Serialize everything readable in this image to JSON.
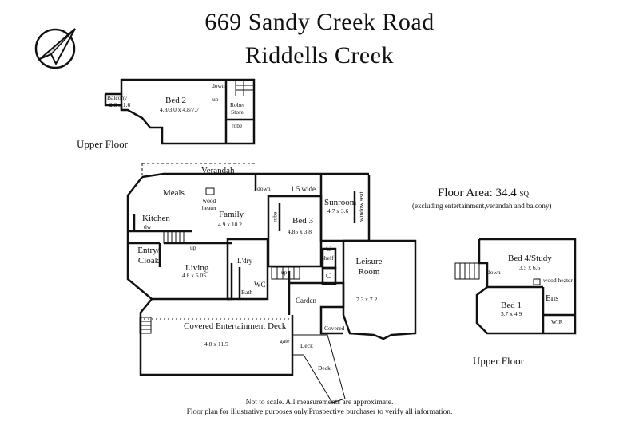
{
  "header": {
    "address_line1": "669 Sandy Creek Road",
    "address_line2": "Riddells Creek"
  },
  "floors": {
    "upper_left_caption": "Upper Floor",
    "upper_right_caption": "Upper Floor"
  },
  "area": {
    "label": "Floor Area: 34.4",
    "unit": "SQ",
    "note": "(excluding entertainment,verandah and balcony)"
  },
  "rooms": {
    "bed2": {
      "name": "Bed 2",
      "size": "4.8/3.0 x 4.8/7.7"
    },
    "balcony": {
      "name": "Balcony",
      "size": "2.8 x 1.6"
    },
    "robe_store": "Robe/ Store",
    "robe_upper": "robe",
    "verandah": {
      "name": "Verandah",
      "size": "1.5 wide"
    },
    "meals": "Meals",
    "wood_heater": "wood heater",
    "family": {
      "name": "Family",
      "size": "4.9 x 10.2"
    },
    "kitchen": "Kitchen",
    "dw": "dw",
    "entry": "Entry/ Cloak",
    "living": {
      "name": "Living",
      "size": "4.8 x 5.05"
    },
    "ldry": "L'dry",
    "wc": "WC",
    "bath": "Bath",
    "bed3": {
      "name": "Bed 3",
      "size": "4.85 x 3.8"
    },
    "robe_bed3": "robe",
    "sunroom": {
      "name": "Sunroom",
      "size": "4.7 x 3.6"
    },
    "window_seat": "window seat",
    "shelf": "shelf",
    "c1": "C",
    "c2": "C",
    "leisure": {
      "name": "Leisure Room",
      "size": "7.3 x 7.2"
    },
    "carden": "Carden",
    "covered": "Covered",
    "covered_deck": {
      "name": "Covered Entertainment Deck",
      "size": "4.8 x 11.5"
    },
    "gate": "gate",
    "deck1": "Deck",
    "deck2": "Deck",
    "bed4": {
      "name": "Bed 4/Study",
      "size": "3.5 x 6.6"
    },
    "wood_heater2": "wood heater",
    "bed1": {
      "name": "Bed 1",
      "size": "3.7 x 4.9"
    },
    "ens": "Ens",
    "wir": "WIR"
  },
  "markers": {
    "down_bed2": "down",
    "up_bed2": "up",
    "down_verandah": "down",
    "up_family": "up",
    "up_hall": "up",
    "down_bed4": "down"
  },
  "footer": {
    "line1": "Not to scale. All measurements are approximate.",
    "line2": "Floor plan for illustrative purposes only.Prospective purchaser to verify all information."
  },
  "icons": {
    "logo": "compass-arrow-logo"
  },
  "colors": {
    "ink": "#111111",
    "background": "#ffffff"
  }
}
